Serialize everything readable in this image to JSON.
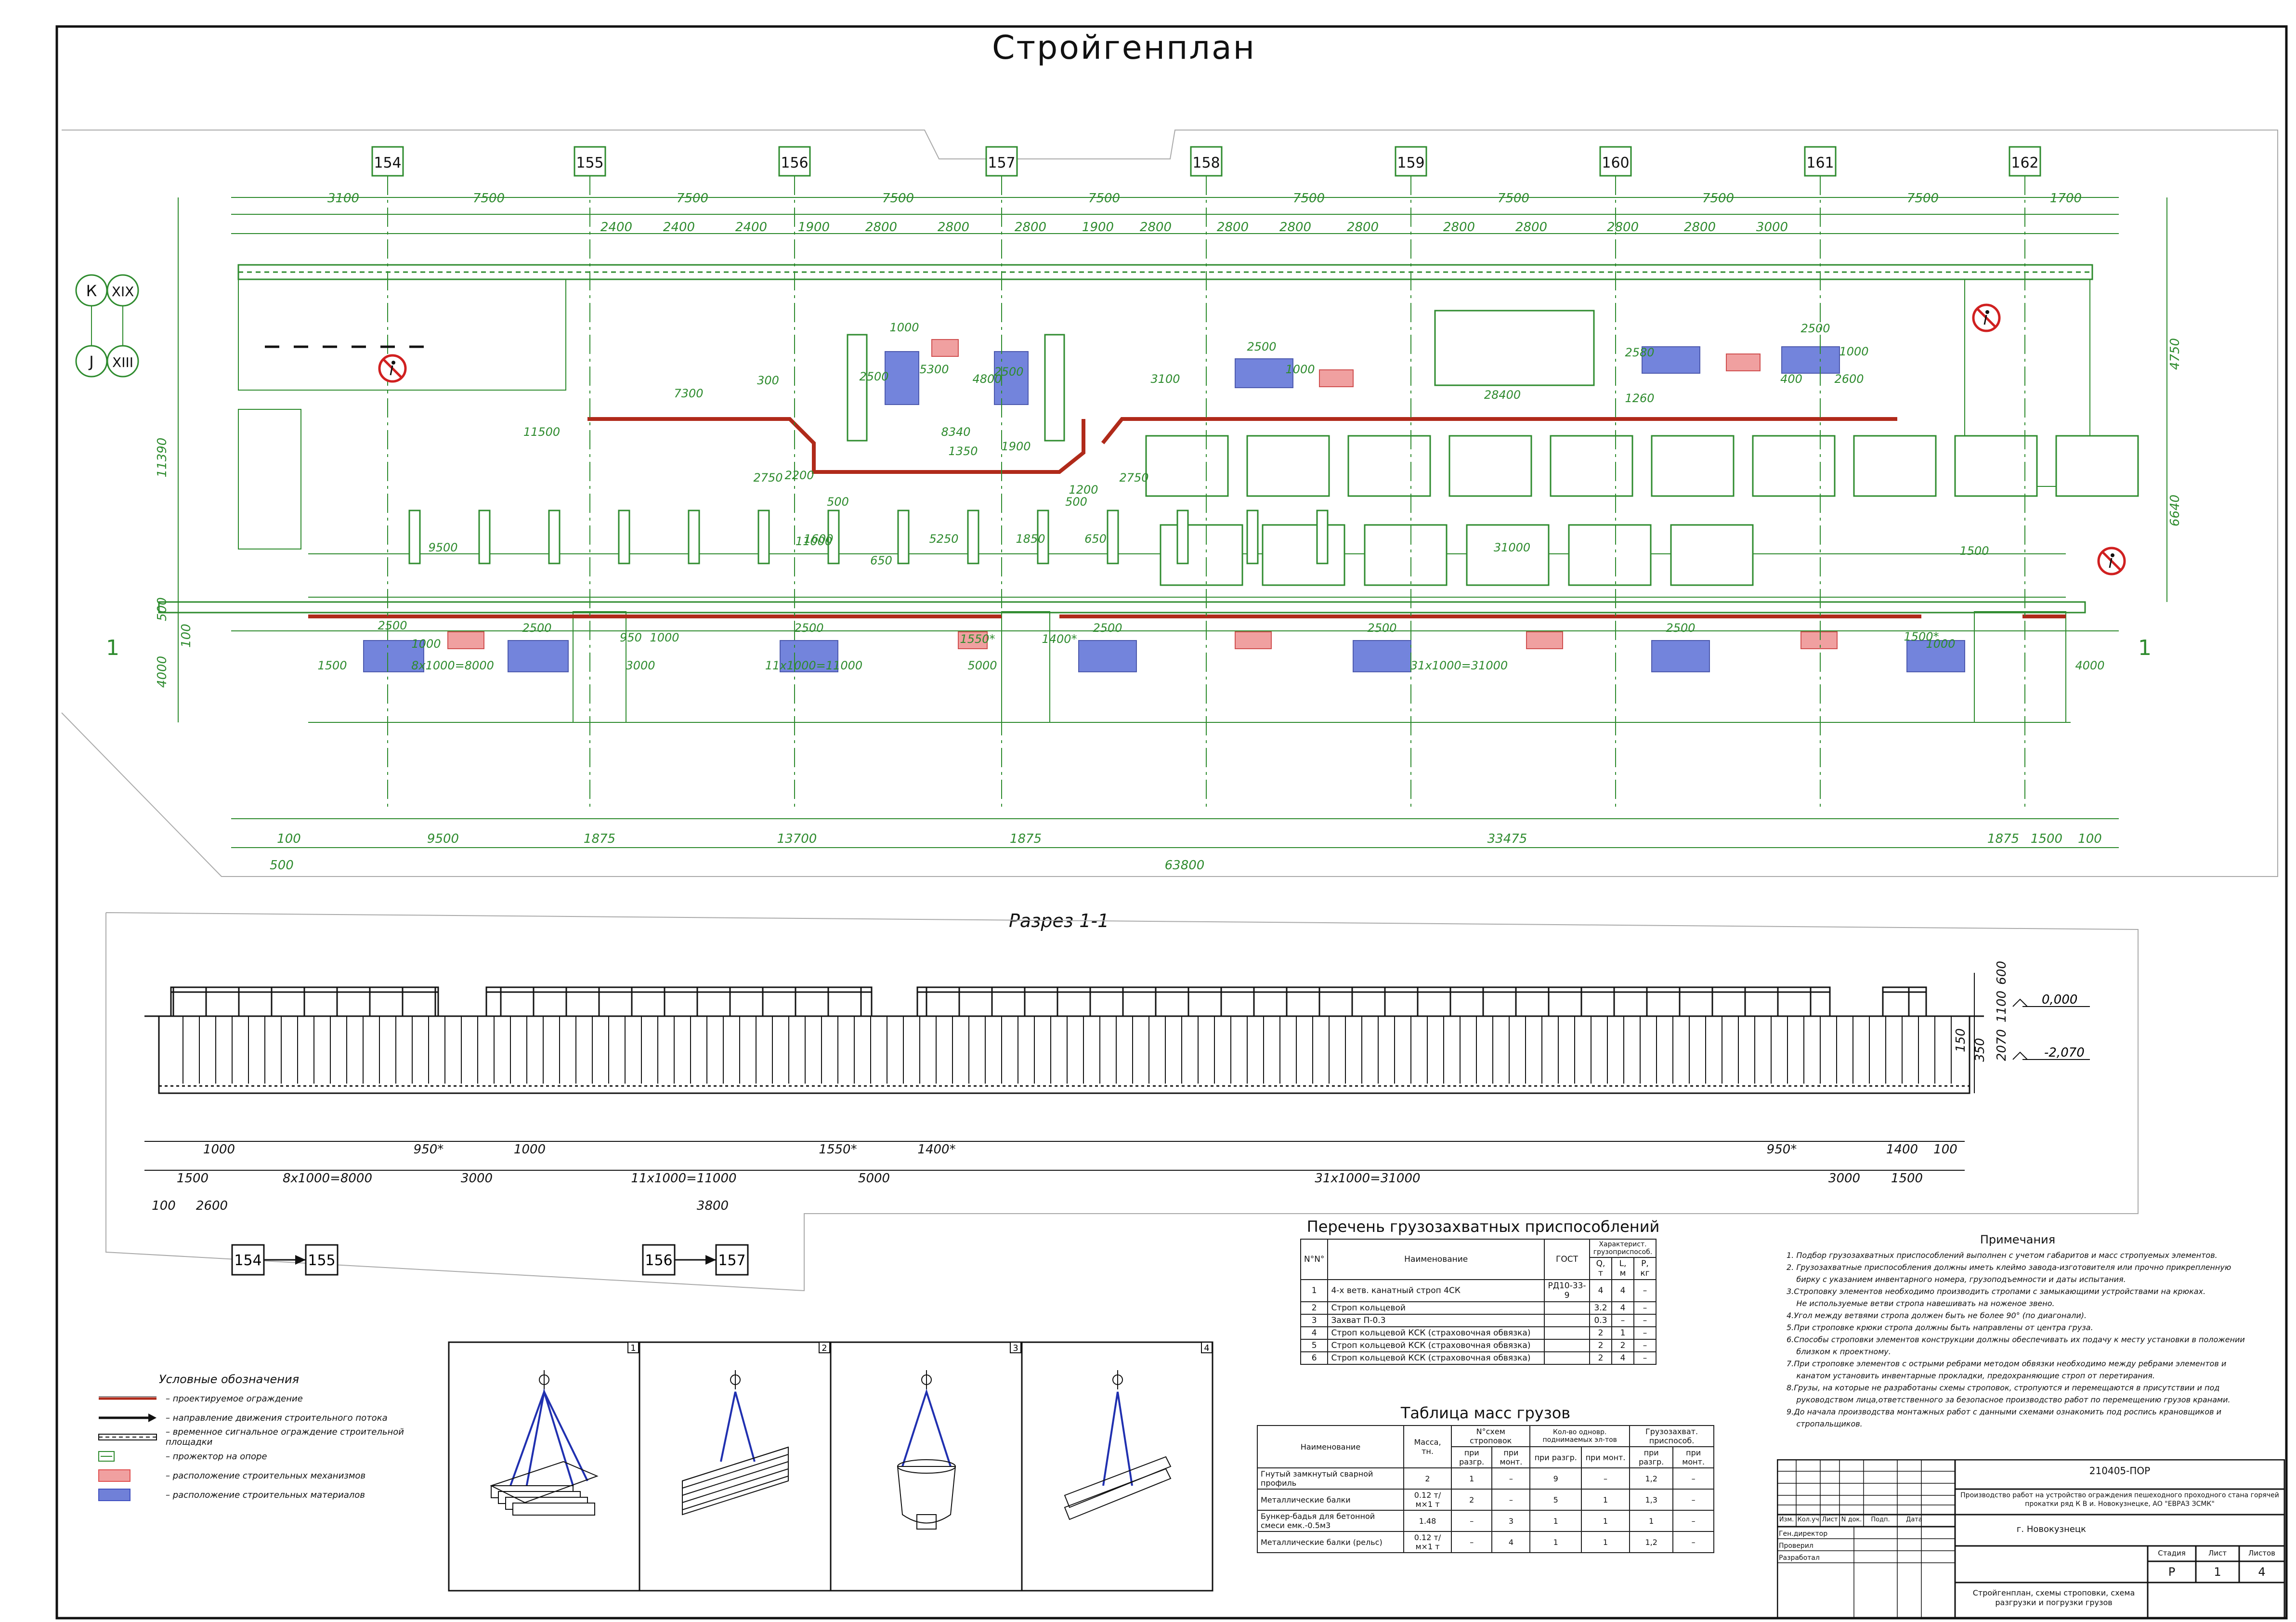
{
  "title": "Стройгенплан",
  "section_title": "Разрез 1-1",
  "axes": {
    "columns": [
      "154",
      "155",
      "156",
      "157",
      "158",
      "159",
      "160",
      "161",
      "162"
    ],
    "rows_top": [
      "К",
      "XIX"
    ],
    "rows_bottom": [
      "J",
      "XIII"
    ],
    "section_mark": "1"
  },
  "plan_dims": {
    "axis_spans": [
      "3100",
      "7500",
      "7500",
      "7500",
      "7500",
      "7500",
      "7500",
      "7500",
      "7500",
      "1700"
    ],
    "sub_spans": [
      "2400",
      "2400",
      "2400",
      "1900",
      "2800",
      "2800",
      "2800",
      "1900",
      "2800",
      "2800",
      "2800",
      "2800",
      "2800",
      "2800",
      "2800",
      "2800",
      "3000"
    ],
    "bottom_row1": [
      "100",
      "9500",
      "1875",
      "13700",
      "1875",
      "33475",
      "1875",
      "1500",
      "100"
    ],
    "bottom_row2": [
      "500",
      "63800"
    ],
    "left": [
      "11390",
      "500",
      "100",
      "4000"
    ],
    "right": [
      "4750",
      "6640"
    ],
    "inner": [
      "7300",
      "300",
      "11500",
      "2500",
      "5300",
      "1000",
      "2500",
      "4800",
      "8340",
      "1350",
      "1900",
      "3100",
      "2500",
      "1000",
      "28400",
      "2580",
      "1260",
      "2500",
      "1000",
      "400",
      "2600",
      "2750",
      "2200",
      "500",
      "1200",
      "2750",
      "500",
      "9500",
      "11000",
      "5250",
      "1850",
      "1600",
      "650",
      "650",
      "31000",
      "1500",
      "2500",
      "1000",
      "1500",
      "8x1000=8000",
      "2500",
      "950",
      "1000",
      "3000",
      "2500",
      "11x1000=11000",
      "1550*",
      "5000",
      "1400*",
      "2500",
      "2500",
      "31x1000=31000",
      "2500",
      "1500*",
      "1000",
      "4000"
    ]
  },
  "section_dims": {
    "row1": [
      "1000",
      "950*",
      "1000",
      "1550*",
      "1400*",
      "950*",
      "1400",
      "100"
    ],
    "row2": [
      "1500",
      "8x1000=8000",
      "3000",
      "11x1000=11000",
      "5000",
      "31x1000=31000",
      "3000",
      "1500"
    ],
    "row3": [
      "100",
      "2600",
      "3800"
    ],
    "right": [
      "600",
      "1100",
      "150",
      "350",
      "2070"
    ],
    "levels": [
      "0,000",
      "-2,070"
    ],
    "axis_pairs": [
      [
        "154",
        "155"
      ],
      [
        "156",
        "157"
      ]
    ]
  },
  "legend": {
    "title": "Условные обозначения",
    "items": [
      {
        "label": "– проектируемое ограждение",
        "sym": "fence-design"
      },
      {
        "label": "– направление движения строительного потока",
        "sym": "flow-arrow"
      },
      {
        "label": "– временное сигнальное ограждение строительной площадки",
        "sym": "signal-fence"
      },
      {
        "label": "– прожектор на опоре",
        "sym": "floodlight"
      },
      {
        "label": "– расположение строительных механизмов",
        "sym": "mechanisms",
        "color": "#e05050"
      },
      {
        "label": "– расположение строительных материалов",
        "sym": "materials",
        "color": "#4050c0"
      }
    ]
  },
  "slings": {
    "numbers": [
      "1",
      "2",
      "3",
      "4"
    ]
  },
  "devices": {
    "title": "Перечень грузозахватных приспособлений",
    "headers": {
      "num": "N°N°",
      "name": "Наименование",
      "gost": "ГОСТ",
      "char": "Характерист. грузоприспособ.",
      "q": "Q, т",
      "l": "L, м",
      "p": "Р, кг"
    },
    "rows": [
      {
        "n": "1",
        "name": "4-х ветв. канатный строп 4СК",
        "gost": "РД10-33-9",
        "q": "4",
        "l": "4",
        "p": "–"
      },
      {
        "n": "2",
        "name": "Строп кольцевой",
        "gost": "",
        "q": "3.2",
        "l": "4",
        "p": "–"
      },
      {
        "n": "3",
        "name": "Захват П-0.3",
        "gost": "",
        "q": "0.3",
        "l": "–",
        "p": "–"
      },
      {
        "n": "4",
        "name": "Строп кольцевой КСК (страховочная обвязка)",
        "gost": "",
        "q": "2",
        "l": "1",
        "p": "–"
      },
      {
        "n": "5",
        "name": "Строп кольцевой КСК (страховочная обвязка)",
        "gost": "",
        "q": "2",
        "l": "2",
        "p": "–"
      },
      {
        "n": "6",
        "name": "Строп кольцевой КСК (страховочная обвязка)",
        "gost": "",
        "q": "2",
        "l": "4",
        "p": "–"
      }
    ]
  },
  "masses": {
    "title": "Таблица масс грузов",
    "headers": {
      "name": "Наименование",
      "mass": "Масса, тн.",
      "schemes": "N°схем строповок",
      "count": "Кол-во одновр. поднимаемых эл-тов",
      "devices": "Грузозахват. приспособ.",
      "unload": "при разгр.",
      "mount": "при монт."
    },
    "rows": [
      {
        "name": "Гнутый замкнутый сварной профиль",
        "mass": "2",
        "s1": "1",
        "s2": "–",
        "c1": "9",
        "c2": "–",
        "d1": "1,2",
        "d2": "–"
      },
      {
        "name": "Металлические балки",
        "mass": "0.12 т/м×1 т",
        "s1": "2",
        "s2": "–",
        "c1": "5",
        "c2": "1",
        "d1": "1,3",
        "d2": "–"
      },
      {
        "name": "Бункер-бадья для бетонной смеси емк.-0.5м3",
        "mass": "1.48",
        "s1": "–",
        "s2": "3",
        "c1": "1",
        "c2": "1",
        "d1": "1",
        "d2": "–"
      },
      {
        "name": "Металлические балки (рельс)",
        "mass": "0.12 т/м×1 т",
        "s1": "–",
        "s2": "4",
        "c1": "1",
        "c2": "1",
        "d1": "1,2",
        "d2": "–"
      }
    ]
  },
  "notes": {
    "title": "Примечания",
    "lines": [
      "1. Подбор грузозахватных приспособлений выполнен с учетом габаритов и масс стропуемых элементов.",
      "2. Грузозахватные приспособления должны иметь клеймо завода-изготовителя или прочно прикрепленную",
      "    бирку с указанием инвентарного номера, грузоподъемности и даты испытания.",
      "3.Строповку элементов необходимо производить стропами с замыкающими устройствами на крюках.",
      "    Не используемые ветви стропа навешивать на ноженое звено.",
      "4.Угол между ветвями стропа должен быть не более 90° (по диагонали).",
      "5.При строповке крюки стропа должны быть направлены от центра груза.",
      "6.Способы строповки элементов конструкции должны обеспечивать их подачу к месту установки в положении",
      "    близком к проектному.",
      "7.При строповке элементов с острыми ребрами методом обвязки необходимо между ребрами элементов и",
      "    канатом установить инвентарные прокладки, предохраняющие строп от перетирания.",
      "8.Грузы, на которые не разработаны схемы строповок, стропуются и перемещаются в присутствии и под",
      "    руководством лица,ответственного за безопасное производство работ по перемещению грузов кранами.",
      "9.До начала производства монтажных работ с данными схемами ознакомить под роспись крановщиков и",
      "    стропальщиков."
    ]
  },
  "title_block": {
    "code": "210405-ПОР",
    "project": "Производство работ на устройство ограждения пешеходного проходного стана горячей прокатки ряд К В и. Новокузнецке, АО \"ЕВРАЗ ЗСМК\"",
    "city": "г. Новокузнецк",
    "sheet_name": "Стройгенплан, схемы строповки, схема разгрузки и погрузки грузов",
    "cols": [
      "Изм.",
      "Кол.уч",
      "Лист",
      "N док.",
      "Подп.",
      "Дата"
    ],
    "roles": [
      "Ген.директор",
      "Проверил",
      "Разработал"
    ],
    "stage_h": "Стадия",
    "sheet_h": "Лист",
    "sheets_h": "Листов",
    "stage": "Р",
    "sheet": "1",
    "sheets": "4"
  }
}
